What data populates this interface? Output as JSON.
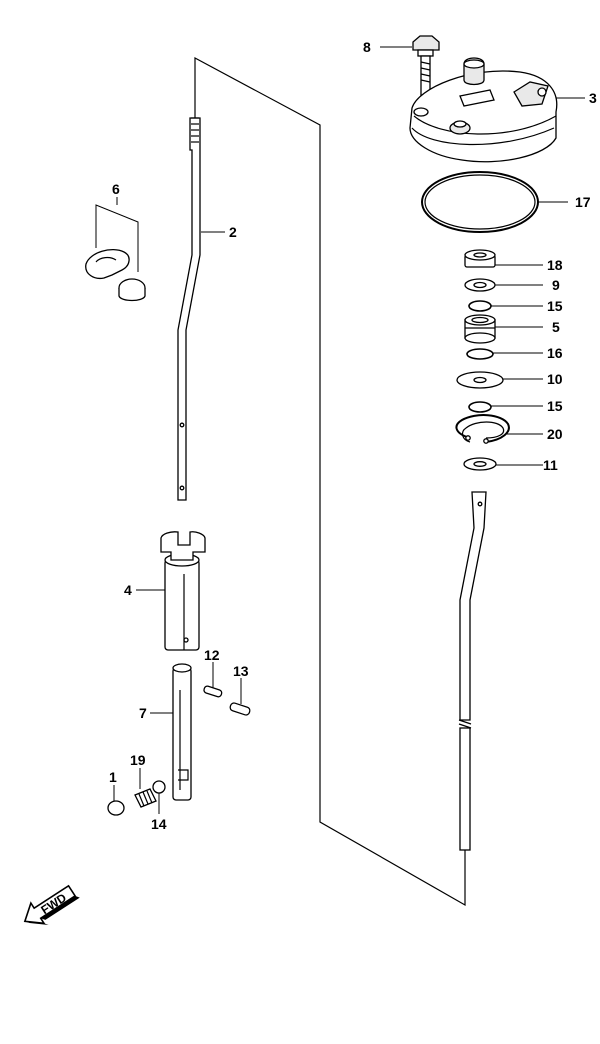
{
  "callouts": {
    "c1": "1",
    "c2": "2",
    "c3": "3",
    "c4": "4",
    "c5": "5",
    "c6": "6",
    "c7": "7",
    "c8": "8",
    "c9": "9",
    "c10": "10",
    "c11": "11",
    "c12": "12",
    "c13": "13",
    "c14": "14",
    "c15a": "15",
    "c15b": "15",
    "c16": "16",
    "c17": "17",
    "c18": "18",
    "c19": "19",
    "c20": "20"
  },
  "fwd_label": "FWD"
}
